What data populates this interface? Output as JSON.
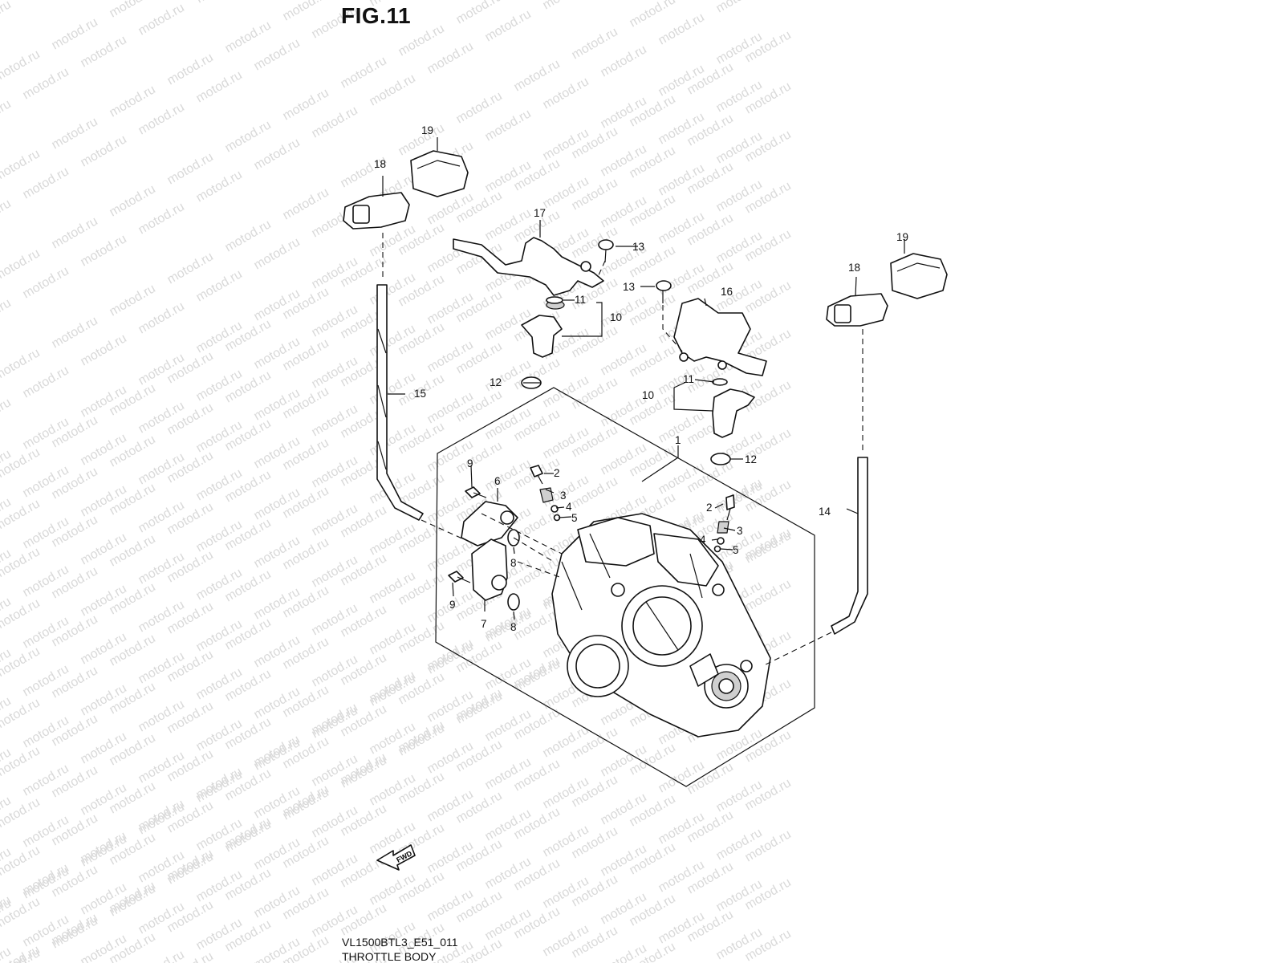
{
  "figure": {
    "title": "FIG.11",
    "code": "VL1500BTL3_E51_011",
    "name": "THROTTLE BODY"
  },
  "watermark": "motod.ru",
  "fwd_label": "FWD",
  "callouts": [
    {
      "part": "1",
      "label": "1"
    },
    {
      "part": "2",
      "label": "2"
    },
    {
      "part": "2",
      "label": "2"
    },
    {
      "part": "3",
      "label": "3"
    },
    {
      "part": "3",
      "label": "3"
    },
    {
      "part": "4",
      "label": "4"
    },
    {
      "part": "4",
      "label": "4"
    },
    {
      "part": "5",
      "label": "5"
    },
    {
      "part": "5",
      "label": "5"
    },
    {
      "part": "6",
      "label": "6"
    },
    {
      "part": "7",
      "label": "7"
    },
    {
      "part": "8",
      "label": "8"
    },
    {
      "part": "8",
      "label": "8"
    },
    {
      "part": "9",
      "label": "9"
    },
    {
      "part": "9",
      "label": "9"
    },
    {
      "part": "10",
      "label": "10"
    },
    {
      "part": "10",
      "label": "10"
    },
    {
      "part": "11",
      "label": "11"
    },
    {
      "part": "11",
      "label": "11"
    },
    {
      "part": "12",
      "label": "12"
    },
    {
      "part": "12",
      "label": "12"
    },
    {
      "part": "13",
      "label": "13"
    },
    {
      "part": "13",
      "label": "13"
    },
    {
      "part": "14",
      "label": "14"
    },
    {
      "part": "15",
      "label": "15"
    },
    {
      "part": "16",
      "label": "16"
    },
    {
      "part": "17",
      "label": "17"
    },
    {
      "part": "18",
      "label": "18"
    },
    {
      "part": "18",
      "label": "18"
    },
    {
      "part": "19",
      "label": "19"
    },
    {
      "part": "19",
      "label": "19"
    }
  ]
}
